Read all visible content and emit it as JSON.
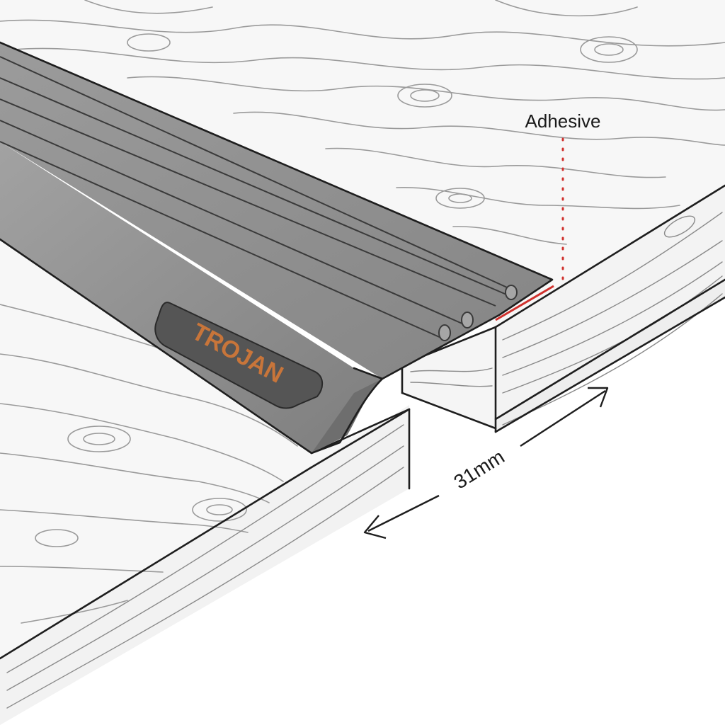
{
  "labels": {
    "adhesive": "Adhesive",
    "gap_width": "31mm",
    "brand": "TROJAN"
  },
  "colors": {
    "background": "#ffffff",
    "wood_fill": "#f7f7f7",
    "wood_grain": "#9a9a9a",
    "outline": "#1e1e1e",
    "trim_top": "#8d8d8d",
    "trim_ridge": "#7a7a7a",
    "trim_side": "#6e6e6e",
    "brand_badge": "#555555",
    "brand_text": "#c8753a",
    "adhesive_marker": "#d0312d"
  },
  "icons": [
    "left-arrow-icon",
    "right-arrow-icon"
  ]
}
